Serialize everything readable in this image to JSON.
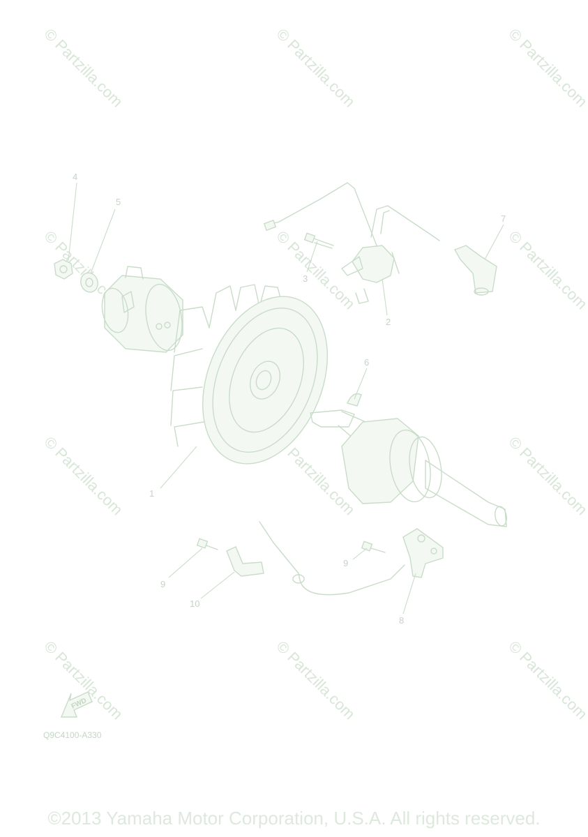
{
  "watermark": {
    "text": "© Partzilla.com"
  },
  "diagram": {
    "callouts": [
      "1",
      "2",
      "3",
      "4",
      "5",
      "6",
      "7",
      "8",
      "9",
      "9",
      "10"
    ],
    "fwd_label": "FWD",
    "drawing_code": "Q9C4100-A330"
  },
  "footer": {
    "copyright": "©2013 Yamaha Motor Corporation, U.S.A. All rights reserved."
  }
}
